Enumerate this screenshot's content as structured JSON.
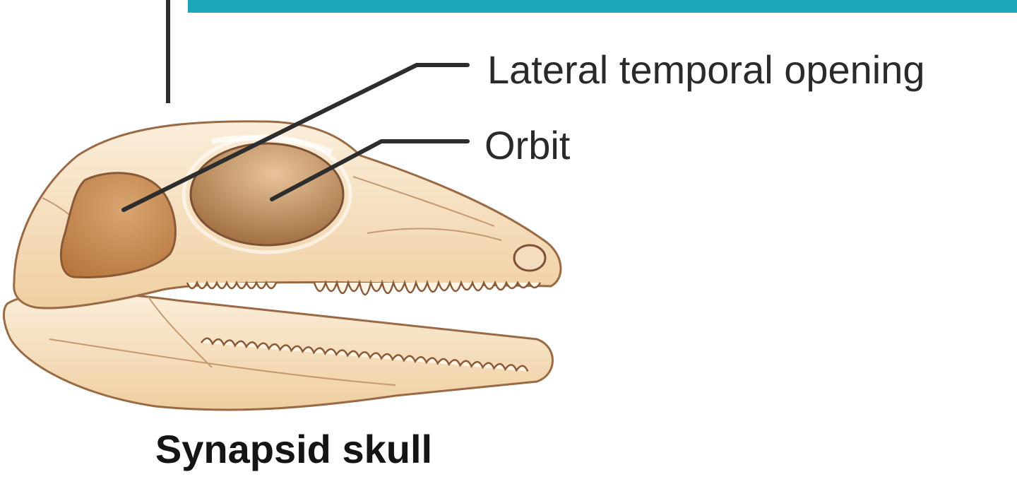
{
  "labels": {
    "lateral_temporal_opening": "Lateral temporal opening",
    "orbit": "Orbit"
  },
  "caption": "Synapsid skull",
  "colors": {
    "header_bar": "#1ba8b9",
    "bone_light": "#f8e4c4",
    "bone_mid": "#efcf9e",
    "bone_outline": "#9a6a45",
    "opening_fill": "#c58b56",
    "orbit_fill": "#b98654",
    "leader_line": "#2d2d2d"
  },
  "icons": {
    "skull": "synapsid-skull-illustration"
  }
}
